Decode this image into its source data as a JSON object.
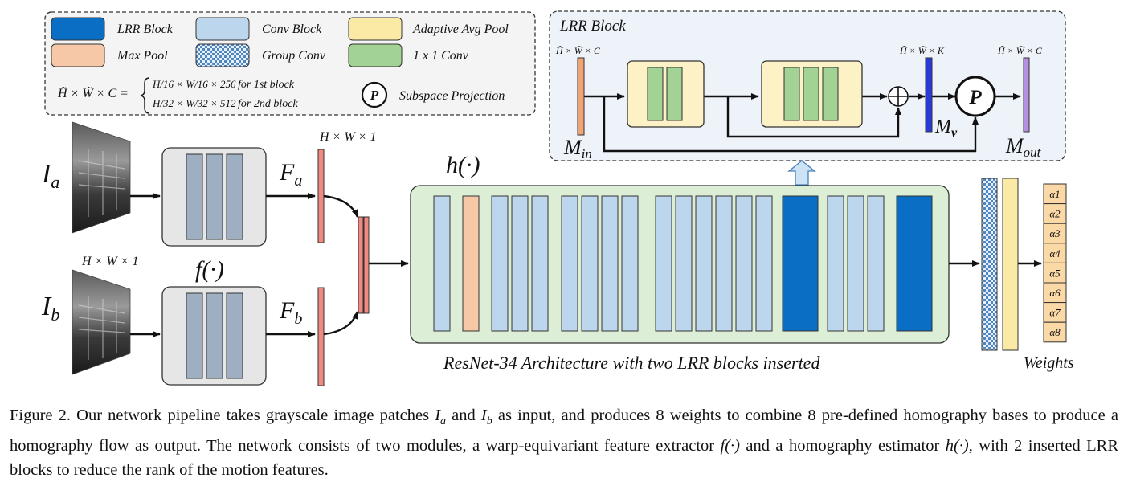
{
  "legend": {
    "items": [
      {
        "label": "LRR Block",
        "color": "#0a6ec4"
      },
      {
        "label": "Conv Block",
        "color": "#bcd6ee"
      },
      {
        "label": "Adaptive Avg Pool",
        "color": "#fbe9a6"
      },
      {
        "label": "Max Pool",
        "color": "#f6c8a8"
      },
      {
        "label": "Group Conv",
        "color": "#c8dff3"
      },
      {
        "label": "1 x 1 Conv",
        "color": "#a3d394"
      }
    ],
    "formula_lhs": "H̃ × W̃ × C =",
    "formula_case1": "H/16 × W/16 × 256",
    "formula_case1_note": "for 1st block",
    "formula_case2": "H/32 × W/32 × 512",
    "formula_case2_note": "for 2nd block",
    "projection_symbol": "P",
    "projection_label": "Subspace Projection"
  },
  "lrr_block": {
    "title": "LRR Block",
    "dim_in": "H̃ × W̃ × C",
    "dim_mid": "H̃ × W̃ × K",
    "dim_out": "H̃ × W̃ × C",
    "m_in": "M",
    "m_in_sub": "in",
    "m_v": "M",
    "m_v_sub": "v",
    "m_out": "M",
    "m_out_sub": "out",
    "p_symbol": "P",
    "plus_symbol": "+"
  },
  "pipeline": {
    "input_a": "I",
    "input_a_sub": "a",
    "input_b": "I",
    "input_b_sub": "b",
    "dim_a": "H × W × 1",
    "dim_b": "H × W × 1",
    "feature_a": "F",
    "feature_a_sub": "a",
    "feature_b": "F",
    "feature_b_sub": "b",
    "f_label": "f(·)",
    "h_label": "h(·)",
    "resnet_caption": "ResNet-34 Architecture with two LRR blocks inserted",
    "weights_label": "Weights",
    "weights": [
      "α1",
      "α2",
      "α3",
      "α4",
      "α5",
      "α6",
      "α7",
      "α8"
    ]
  },
  "colors": {
    "lrr": "#0a6ec4",
    "conv": "#bcd6ee",
    "maxpool": "#f6c8a8",
    "avgpool": "#fbe9a6",
    "conv1x1": "#a3d394",
    "feature": "#f08a80",
    "resnet_bg": "#dcefd6",
    "fblock_bg": "#e6e6e6",
    "fbar": "#9fafc2",
    "mv": "#2a3ad8",
    "mout": "#b68fe3",
    "min": "#f1a373"
  },
  "caption": {
    "s1": "Figure 2. Our network pipeline takes grayscale image patches ",
    "ia": "I",
    "ia_sub": "a",
    "and": " and ",
    "ib": "I",
    "ib_sub": "b",
    "s2": " as input, and produces 8 weights to combine 8 pre-defined homography bases to produce a homography flow as output. The network consists of two modules, a warp-equivariant feature extractor ",
    "f": "f(·)",
    "s3": " and a homography estimator ",
    "h": "h(·)",
    "s4": ", with 2 inserted LRR blocks to reduce the rank of the motion features."
  }
}
